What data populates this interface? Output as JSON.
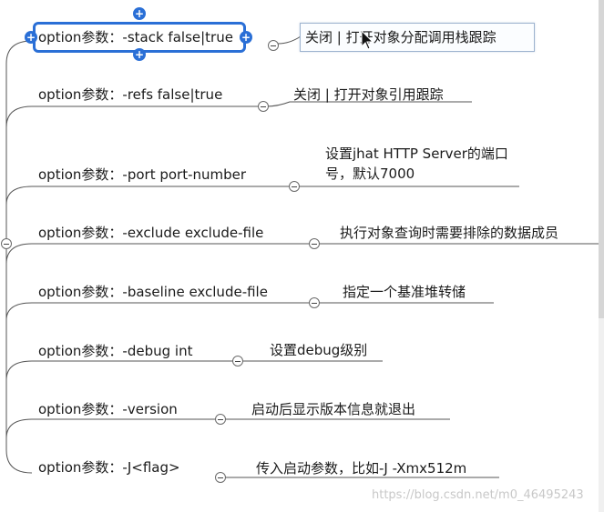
{
  "nodes": [
    {
      "option": "option参数：-stack false|true",
      "description": "关闭 | 打开对象分配调用栈跟踪",
      "selected": true
    },
    {
      "option": "option参数：-refs false|true",
      "description": "关闭 | 打开对象引用跟踪"
    },
    {
      "option": "option参数：-port port-number",
      "description": "设置jhat HTTP Server的端口号，默认7000"
    },
    {
      "option": "option参数：-exclude exclude-file",
      "description": "执行对象查询时需要排除的数据成员"
    },
    {
      "option": "option参数：-baseline exclude-file",
      "description": "指定一个基准堆转储"
    },
    {
      "option": "option参数：-debug int",
      "description": "设置debug级别"
    },
    {
      "option": "option参数：-version",
      "description": "启动后显示版本信息就退出"
    },
    {
      "option": "option参数：-J<flag>",
      "description": "传入启动参数，比如-J -Xmx512m"
    }
  ],
  "watermark": "https://blog.csdn.net/m0_46495243",
  "colors": {
    "line": "#555555",
    "selection": "#2a6fd6"
  }
}
